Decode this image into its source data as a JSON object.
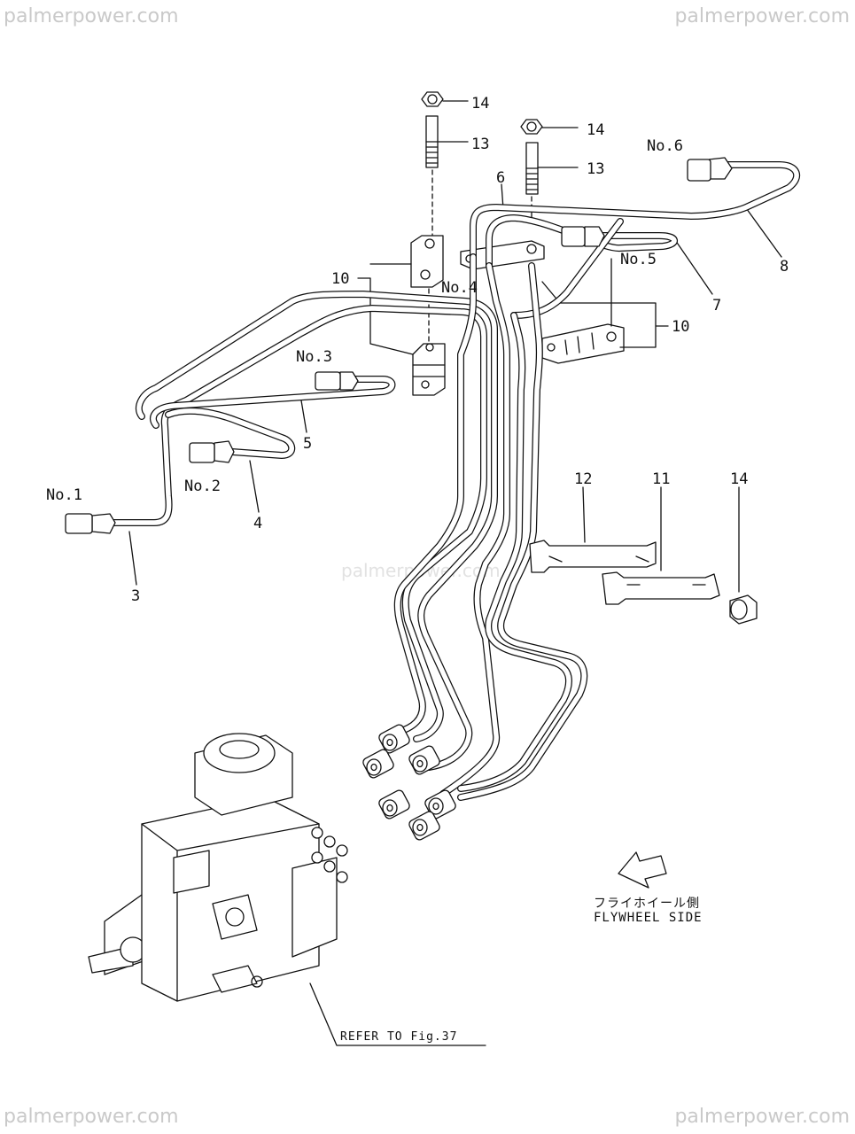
{
  "watermarks": {
    "top_left": "palmerpower.com",
    "top_right": "palmerpower.com",
    "center": "palmerpower.com",
    "bottom_left": "palmerpower.com",
    "bottom_right": "palmerpower.com"
  },
  "callouts": {
    "c14a": "14",
    "c13a": "13",
    "c14b": "14",
    "c13b": "13",
    "c6": "6",
    "c8": "8",
    "c7": "7",
    "c10a": "10",
    "c10b": "10",
    "c3": "3",
    "c4": "4",
    "c5": "5",
    "c12": "12",
    "c11": "11",
    "c14c": "14"
  },
  "cylinders": {
    "no1": "No.1",
    "no2": "No.2",
    "no3": "No.3",
    "no4": "No.4",
    "no5": "No.5",
    "no6": "No.6"
  },
  "flywheel": {
    "jp": "フライホイール側",
    "en": "FLYWHEEL SIDE"
  },
  "reference": "REFER TO Fig.37"
}
